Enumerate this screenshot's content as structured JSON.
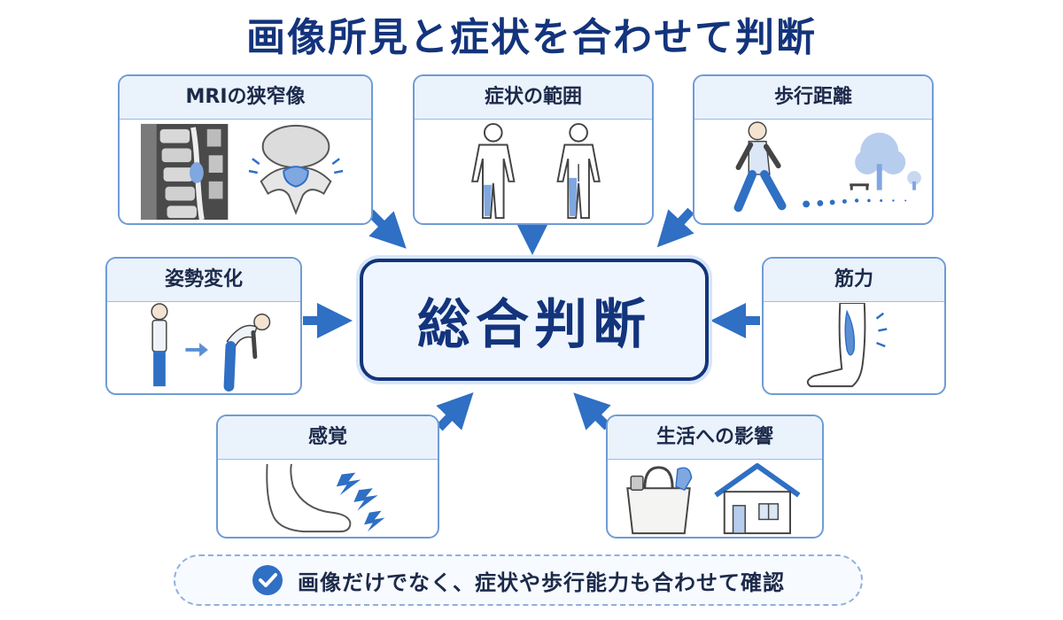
{
  "title": "画像所見と症状を合わせて判断",
  "center_label": "総合判断",
  "cards": {
    "mri": "MRIの狭窄像",
    "symptom": "症状の範囲",
    "walk": "歩行距離",
    "posture": "姿勢変化",
    "muscle": "筋力",
    "sense": "感覚",
    "life": "生活への影響"
  },
  "note": "画像だけでなく、症状や歩行能力も合わせて確認",
  "colors": {
    "navy": "#13347c",
    "accent": "#2f6fc4",
    "highlight": "#7fa7e0",
    "card_border": "#6f9bd6",
    "card_header": "#eaf2fc"
  },
  "icons": [
    "mri-spine-icon",
    "vertebra-cross-section-icon",
    "body-front-icon",
    "body-back-icon",
    "walking-person-icon",
    "tree-icon",
    "bench-icon",
    "standing-person-icon",
    "bending-person-icon",
    "leg-muscle-icon",
    "foot-icon",
    "lightning-icon",
    "shopping-bag-icon",
    "house-icon",
    "check-circle-icon"
  ]
}
